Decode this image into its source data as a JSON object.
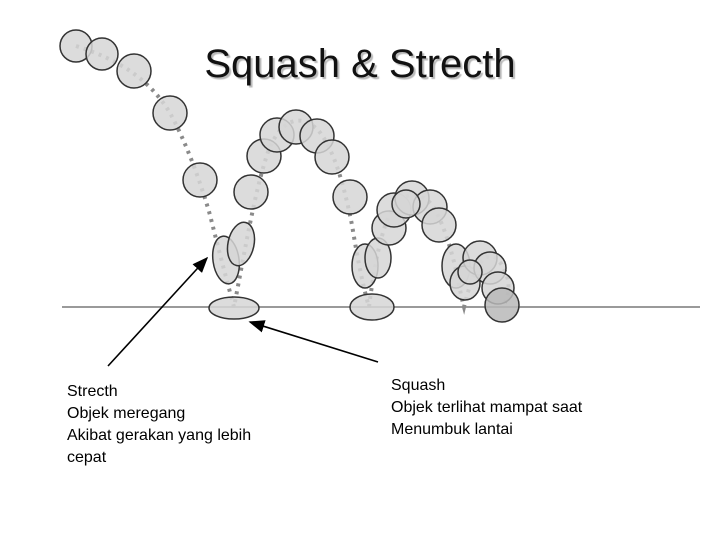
{
  "title": "Squash & Strecth",
  "notes": {
    "stretch": {
      "heading": "Strecth",
      "line1": "Objek meregang",
      "line2": "Akibat gerakan yang lebih",
      "line3": "cepat"
    },
    "squash": {
      "heading": "Squash",
      "line1": "Objek  terlihat mampat saat",
      "line2": "Menumbuk lantai"
    }
  },
  "colors": {
    "ball_fill": "#d6d6d6",
    "ball_stroke": "#333333",
    "path_dots": "#8a8a8a",
    "ground": "#9a9a9a",
    "arrow": "#000000"
  }
}
